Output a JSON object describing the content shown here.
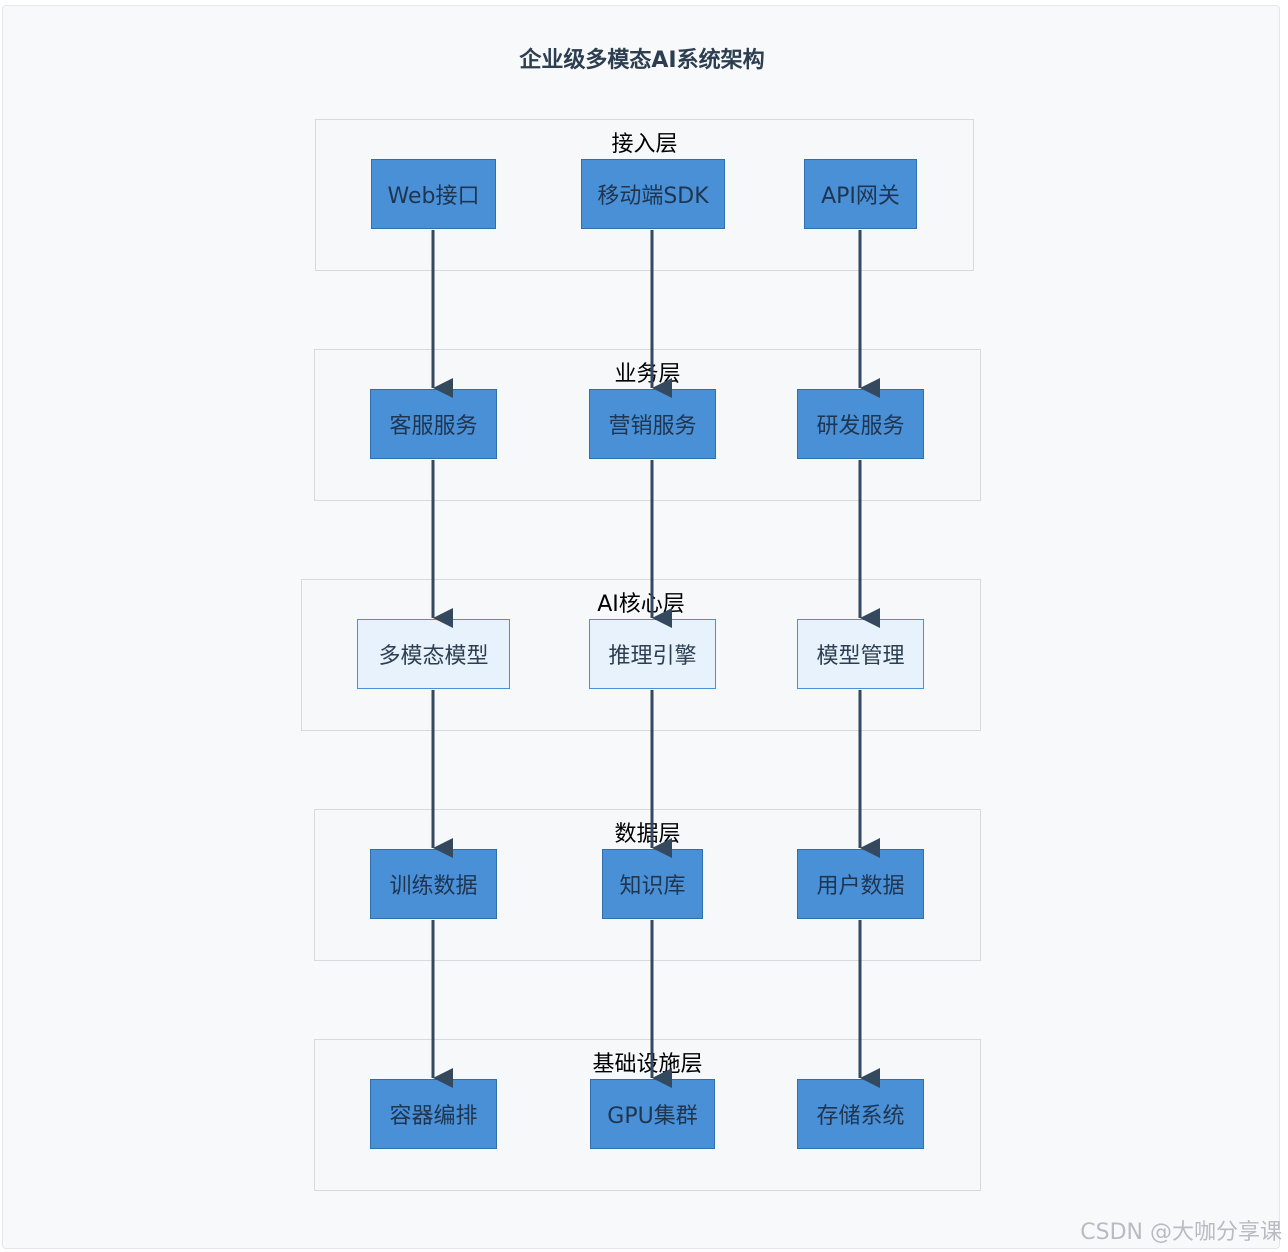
{
  "title": "企业级多模态AI系统架构",
  "layers": [
    {
      "label": "接入层",
      "nodes": [
        "Web接口",
        "移动端SDK",
        "API网关"
      ]
    },
    {
      "label": "业务层",
      "nodes": [
        "客服服务",
        "营销服务",
        "研发服务"
      ]
    },
    {
      "label": "AI核心层",
      "nodes": [
        "多模态模型",
        "推理引擎",
        "模型管理"
      ]
    },
    {
      "label": "数据层",
      "nodes": [
        "训练数据",
        "知识库",
        "用户数据"
      ]
    },
    {
      "label": "基础设施层",
      "nodes": [
        "容器编排",
        "GPU集群",
        "存储系统"
      ]
    }
  ],
  "watermark": "CSDN @大咖分享课",
  "colors": {
    "node_fill": "#4a90d6",
    "node_border": "#2f6fae",
    "core_node_fill": "#e8f2fc",
    "arrow": "#34495e",
    "title": "#2c3e50"
  }
}
